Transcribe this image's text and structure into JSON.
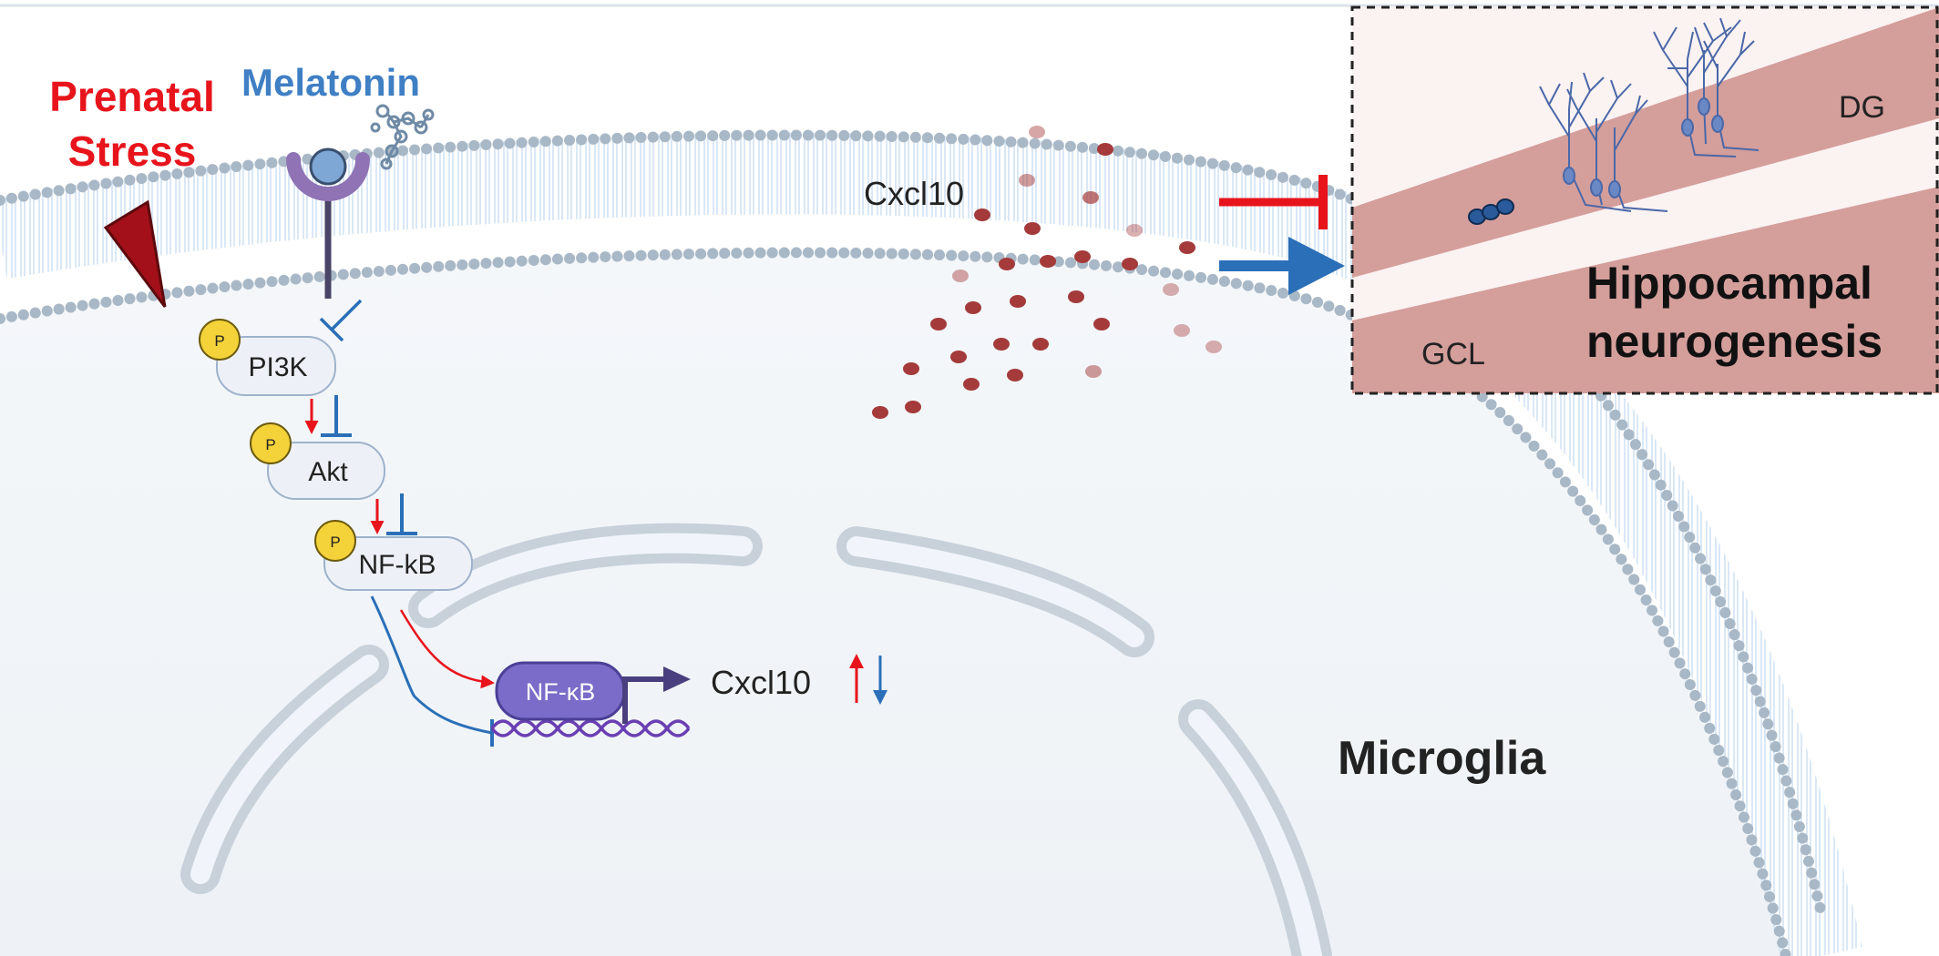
{
  "labels": {
    "prenatal_line1": "Prenatal",
    "prenatal_line2": "Stress",
    "melatonin": "Melatonin",
    "cxcl10_secreted": "Cxcl10",
    "cxcl10_gene": "Cxcl10",
    "pi3k": "PI3K",
    "akt": "Akt",
    "nfkb_cyto": "NF-kB",
    "nfkb_nuclear": "NF-κB",
    "phospho": "P",
    "microglia": "Microglia",
    "dg": "DG",
    "gcl": "GCL",
    "hippo_line1": "Hippocampal",
    "hippo_line2": "neurogenesis"
  },
  "colors": {
    "stress_red": "#e8141c",
    "melatonin_blue": "#3f7fc4",
    "inhibit_blue": "#2a6fb8",
    "receptor_purple": "#8f73b5",
    "nfkb_purple": "#7a6cc8",
    "dna_purple": "#6a3fb3",
    "cxcl10_dot": "#a43a3a",
    "dg_band": "#d49e9b",
    "phospho_yellow": "#f4d23a",
    "membrane_dot": "#a9b8c6"
  }
}
